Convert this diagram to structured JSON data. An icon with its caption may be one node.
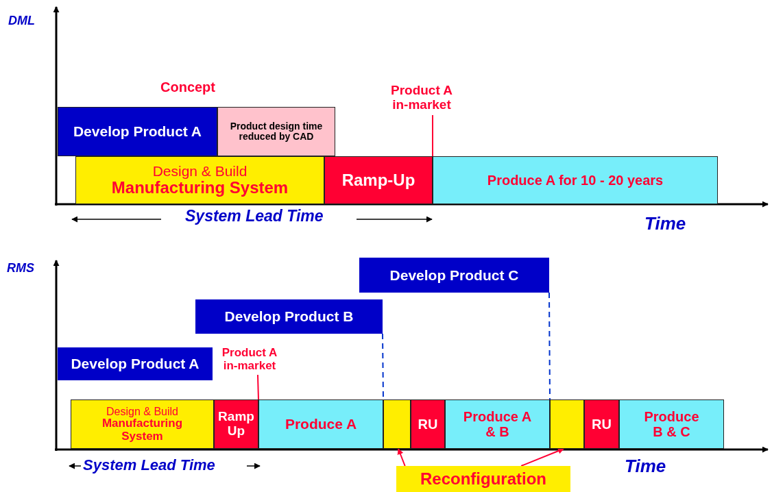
{
  "diagram": {
    "nodes": [
      {
        "text": [
          "Develop Product A"
        ]
      },
      {
        "text": [
          "Product design time reduced by CAD"
        ]
      },
      {
        "text": [
          "Design & Build",
          "Manufacturing System"
        ]
      },
      {
        "text": [
          "Ramp-Up"
        ]
      },
      {
        "text": [
          "Produce A for 10 - 20 years"
        ]
      },
      {
        "text": [
          "Product A in-market"
        ]
      },
      {
        "text": [
          "Develop Product A"
        ]
      },
      {
        "text": [
          "Develop Product B"
        ]
      },
      {
        "text": [
          "Develop Product C"
        ]
      },
      {
        "text": [
          "Product A in-market"
        ]
      },
      {
        "text": [
          "Design & Build",
          "Manufacturing System"
        ]
      },
      {
        "text": [
          "Ramp Up"
        ]
      },
      {
        "text": [
          "Produce A"
        ]
      },
      {
        "text": [],
        "shape": "box"
      },
      {
        "text": [
          "RU"
        ]
      },
      {
        "text": [
          "Produce A & B"
        ]
      },
      {
        "text": [],
        "shape": "box"
      },
      {
        "text": [
          "RU"
        ]
      },
      {
        "text": [
          "Produce B & C"
        ]
      },
      {
        "text": [
          "Reconfiguration"
        ]
      }
    ],
    "edges": [
      {
        "from": 5,
        "to": 4,
        "arrow": "none"
      },
      {
        "from": 9,
        "to": 12,
        "arrow": "none"
      },
      {
        "from": 7,
        "to": 13,
        "arrow": "none",
        "style": "dashed",
        "color": "#0033cc"
      },
      {
        "from": 8,
        "to": 16,
        "arrow": "none",
        "style": "dashed",
        "color": "#0033cc"
      },
      {
        "from": 19,
        "to": 13,
        "arrow": "to"
      },
      {
        "from": 19,
        "to": 16,
        "arrow": "to"
      }
    ],
    "labels": [
      "DML",
      "Concept",
      "System Lead Time",
      "Time",
      "RMS",
      "System Lead Time",
      "Time"
    ]
  }
}
